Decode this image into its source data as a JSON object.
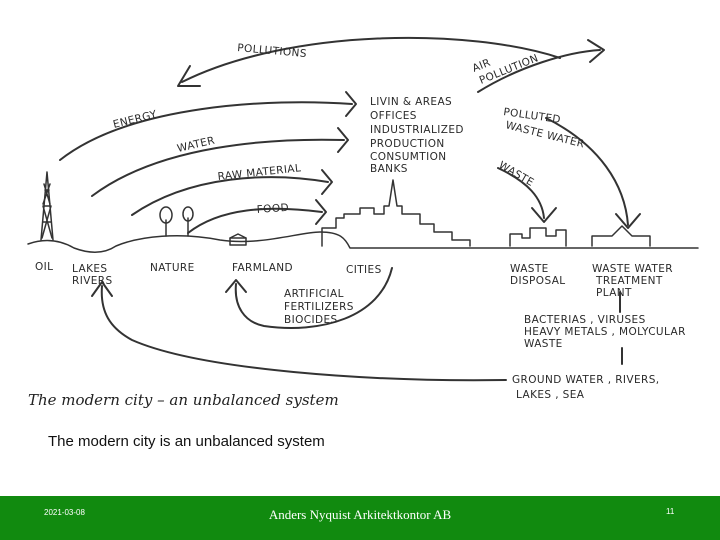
{
  "diagram": {
    "flows": {
      "pollutions": "POLLUTIONS",
      "energy": "ENERGY",
      "water": "WATER",
      "raw_material": "RAW MATERIAL",
      "food": "FOOD",
      "air_pollution": [
        "AIR",
        "POLLUTION"
      ],
      "polluted_waste_water": [
        "POLLUTED",
        "WASTE WATER"
      ],
      "waste": "WASTE"
    },
    "city_functions": [
      "LIVIN & AREAS",
      "OFFICES",
      "INDUSTRIALIZED",
      "PRODUCTION",
      "CONSUMTION",
      "BANKS"
    ],
    "ground_labels": {
      "oil": "OIL",
      "lakes_rivers": [
        "LAKES",
        "RIVERS"
      ],
      "nature": "NATURE",
      "farmland": "FARMLAND",
      "cities": "CITIES",
      "waste_disposal": [
        "WASTE",
        "DISPOSAL"
      ],
      "treatment_plant": [
        "WASTE WATER",
        "TREATMENT",
        "PLANT"
      ]
    },
    "fertilizers": [
      "ARTIFICIAL",
      "FERTILIZERS",
      "BIOCIDES"
    ],
    "contaminants": [
      "BACTERIAS , VIRUSES",
      "HEAVY METALS , MOLYCULAR",
      "WASTE"
    ],
    "water_bodies": [
      "GROUND WATER , RIVERS,",
      "LAKES , SEA"
    ],
    "sketch_caption": "The modern city – an unbalanced system"
  },
  "slide_caption": "The modern city is an unbalanced system",
  "footer": {
    "date": "2021-03-08",
    "company": "Anders Nyquist Arkitektkontor AB",
    "page": "11",
    "bar_color": "#118a0f"
  }
}
